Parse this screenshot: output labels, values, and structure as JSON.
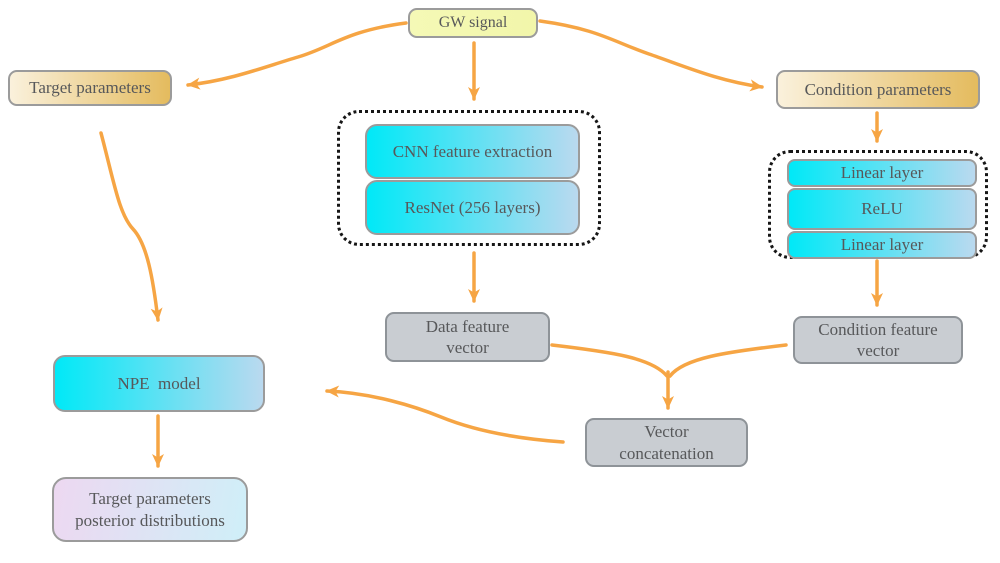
{
  "diagram": {
    "title": "NPE gravitational-wave inference pipeline",
    "nodes": {
      "gw_signal": {
        "label": "GW signal"
      },
      "target_parameters": {
        "label": "Target parameters"
      },
      "condition_parameters": {
        "label": "Condition parameters"
      },
      "cnn_feature_extraction": {
        "label": "CNN feature extraction"
      },
      "resnet": {
        "label": "ResNet (256 layers)"
      },
      "linear_layer_1": {
        "label": "Linear layer"
      },
      "relu": {
        "label": "ReLU"
      },
      "linear_layer_2": {
        "label": "Linear layer"
      },
      "data_feature_vector": {
        "label": "Data feature vector"
      },
      "condition_feature_vector": {
        "label": "Condition feature vector"
      },
      "vector_concatenation": {
        "label": "Vector concatenation"
      },
      "npe_model": {
        "label": "NPE  model"
      },
      "posterior": {
        "label": "Target parameters posterior distributions"
      }
    },
    "edges": [
      {
        "from": "gw_signal",
        "to": "target_parameters"
      },
      {
        "from": "gw_signal",
        "to": "cnn_feature_extraction"
      },
      {
        "from": "gw_signal",
        "to": "condition_parameters"
      },
      {
        "from": "target_parameters",
        "to": "npe_model"
      },
      {
        "from": "resnet",
        "to": "data_feature_vector"
      },
      {
        "from": "condition_parameters",
        "to": "linear_layer_1"
      },
      {
        "from": "linear_layer_2",
        "to": "condition_feature_vector"
      },
      {
        "from": "data_feature_vector",
        "to": "vector_concatenation"
      },
      {
        "from": "condition_feature_vector",
        "to": "vector_concatenation"
      },
      {
        "from": "vector_concatenation",
        "to": "npe_model"
      },
      {
        "from": "npe_model",
        "to": "posterior"
      }
    ],
    "colors": {
      "arrow": "#f6a544",
      "signal_fill": "#f2f6aa",
      "param_gradient_start": "#faf1dc",
      "param_gradient_end": "#e4bb5e",
      "cyan_gradient_start": "#00e9f7",
      "cyan_gradient_end": "#bad9ef",
      "gray_fill": "#c9cdd2",
      "posterior_gradient_start": "#edd8f1",
      "posterior_gradient_end": "#cfeff8",
      "dotted_border": "#161616",
      "border": "#9b9b9b",
      "text": "#57585a"
    }
  }
}
